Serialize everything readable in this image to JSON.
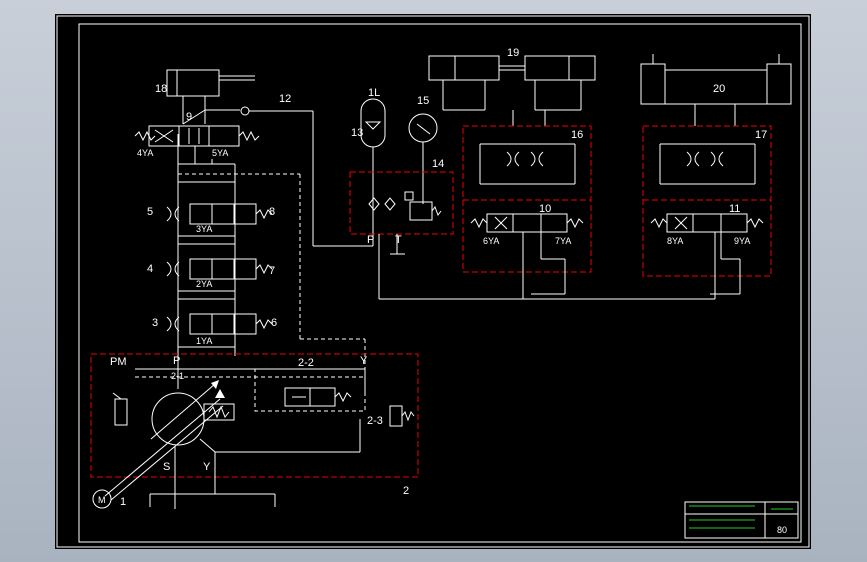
{
  "labels": {
    "l1": "1",
    "l2": "2",
    "l2_1": "2-1",
    "l2_2": "2-2",
    "l2_3": "2-3",
    "l3": "3",
    "l4": "4",
    "l5": "5",
    "l6": "6",
    "l7": "7",
    "l8": "8",
    "l9": "9",
    "l10": "10",
    "l11": "11",
    "l12": "12",
    "l13": "13",
    "l14": "14",
    "l15": "15",
    "l16": "16",
    "l17": "17",
    "l18": "18",
    "l19": "19",
    "l20": "20",
    "l1L": "1L",
    "pm": "PM",
    "p": "P",
    "y": "Y",
    "s": "S",
    "y2": "Y",
    "pp": "P",
    "tt": "T",
    "m": "M",
    "ya1": "1YA",
    "ya2": "2YA",
    "ya3": "3YA",
    "ya4": "4YA",
    "ya5": "5YA",
    "ya6": "6YA",
    "ya7": "7YA",
    "ya8": "8YA",
    "ya9": "9YA"
  },
  "title_block": {
    "scale": "80"
  },
  "colors": {
    "background": "#000000",
    "lines": "#ffffff",
    "boundary": "#ee0000",
    "title_block": "#22cc22"
  }
}
